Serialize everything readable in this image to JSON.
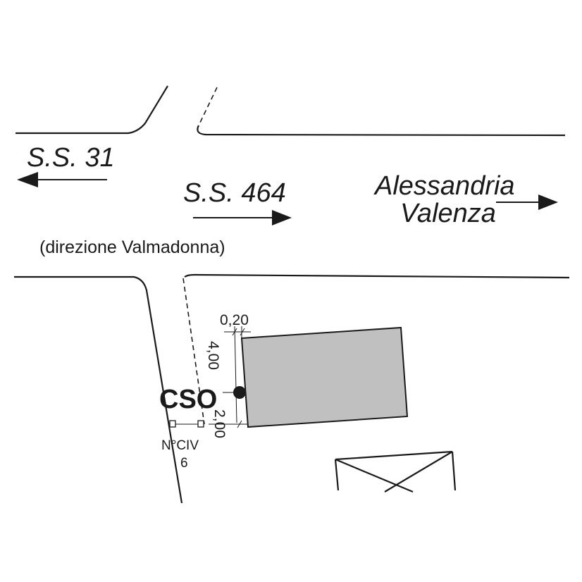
{
  "labels": {
    "ss31": "S.S. 31",
    "ss464": "S.S. 464",
    "alessandria": "Alessandria",
    "valenza": "Valenza",
    "direzione": "(direzione Valmadonna)",
    "dim_020": "0,20",
    "dim_400": "4,00",
    "dim_200": "2,00",
    "cso": "CSO",
    "nciv_label": "N°CIV",
    "nciv_number": "6"
  },
  "colors": {
    "line": "#1a1a1a",
    "building_fill": "#c0c0c0",
    "background": "#ffffff"
  }
}
